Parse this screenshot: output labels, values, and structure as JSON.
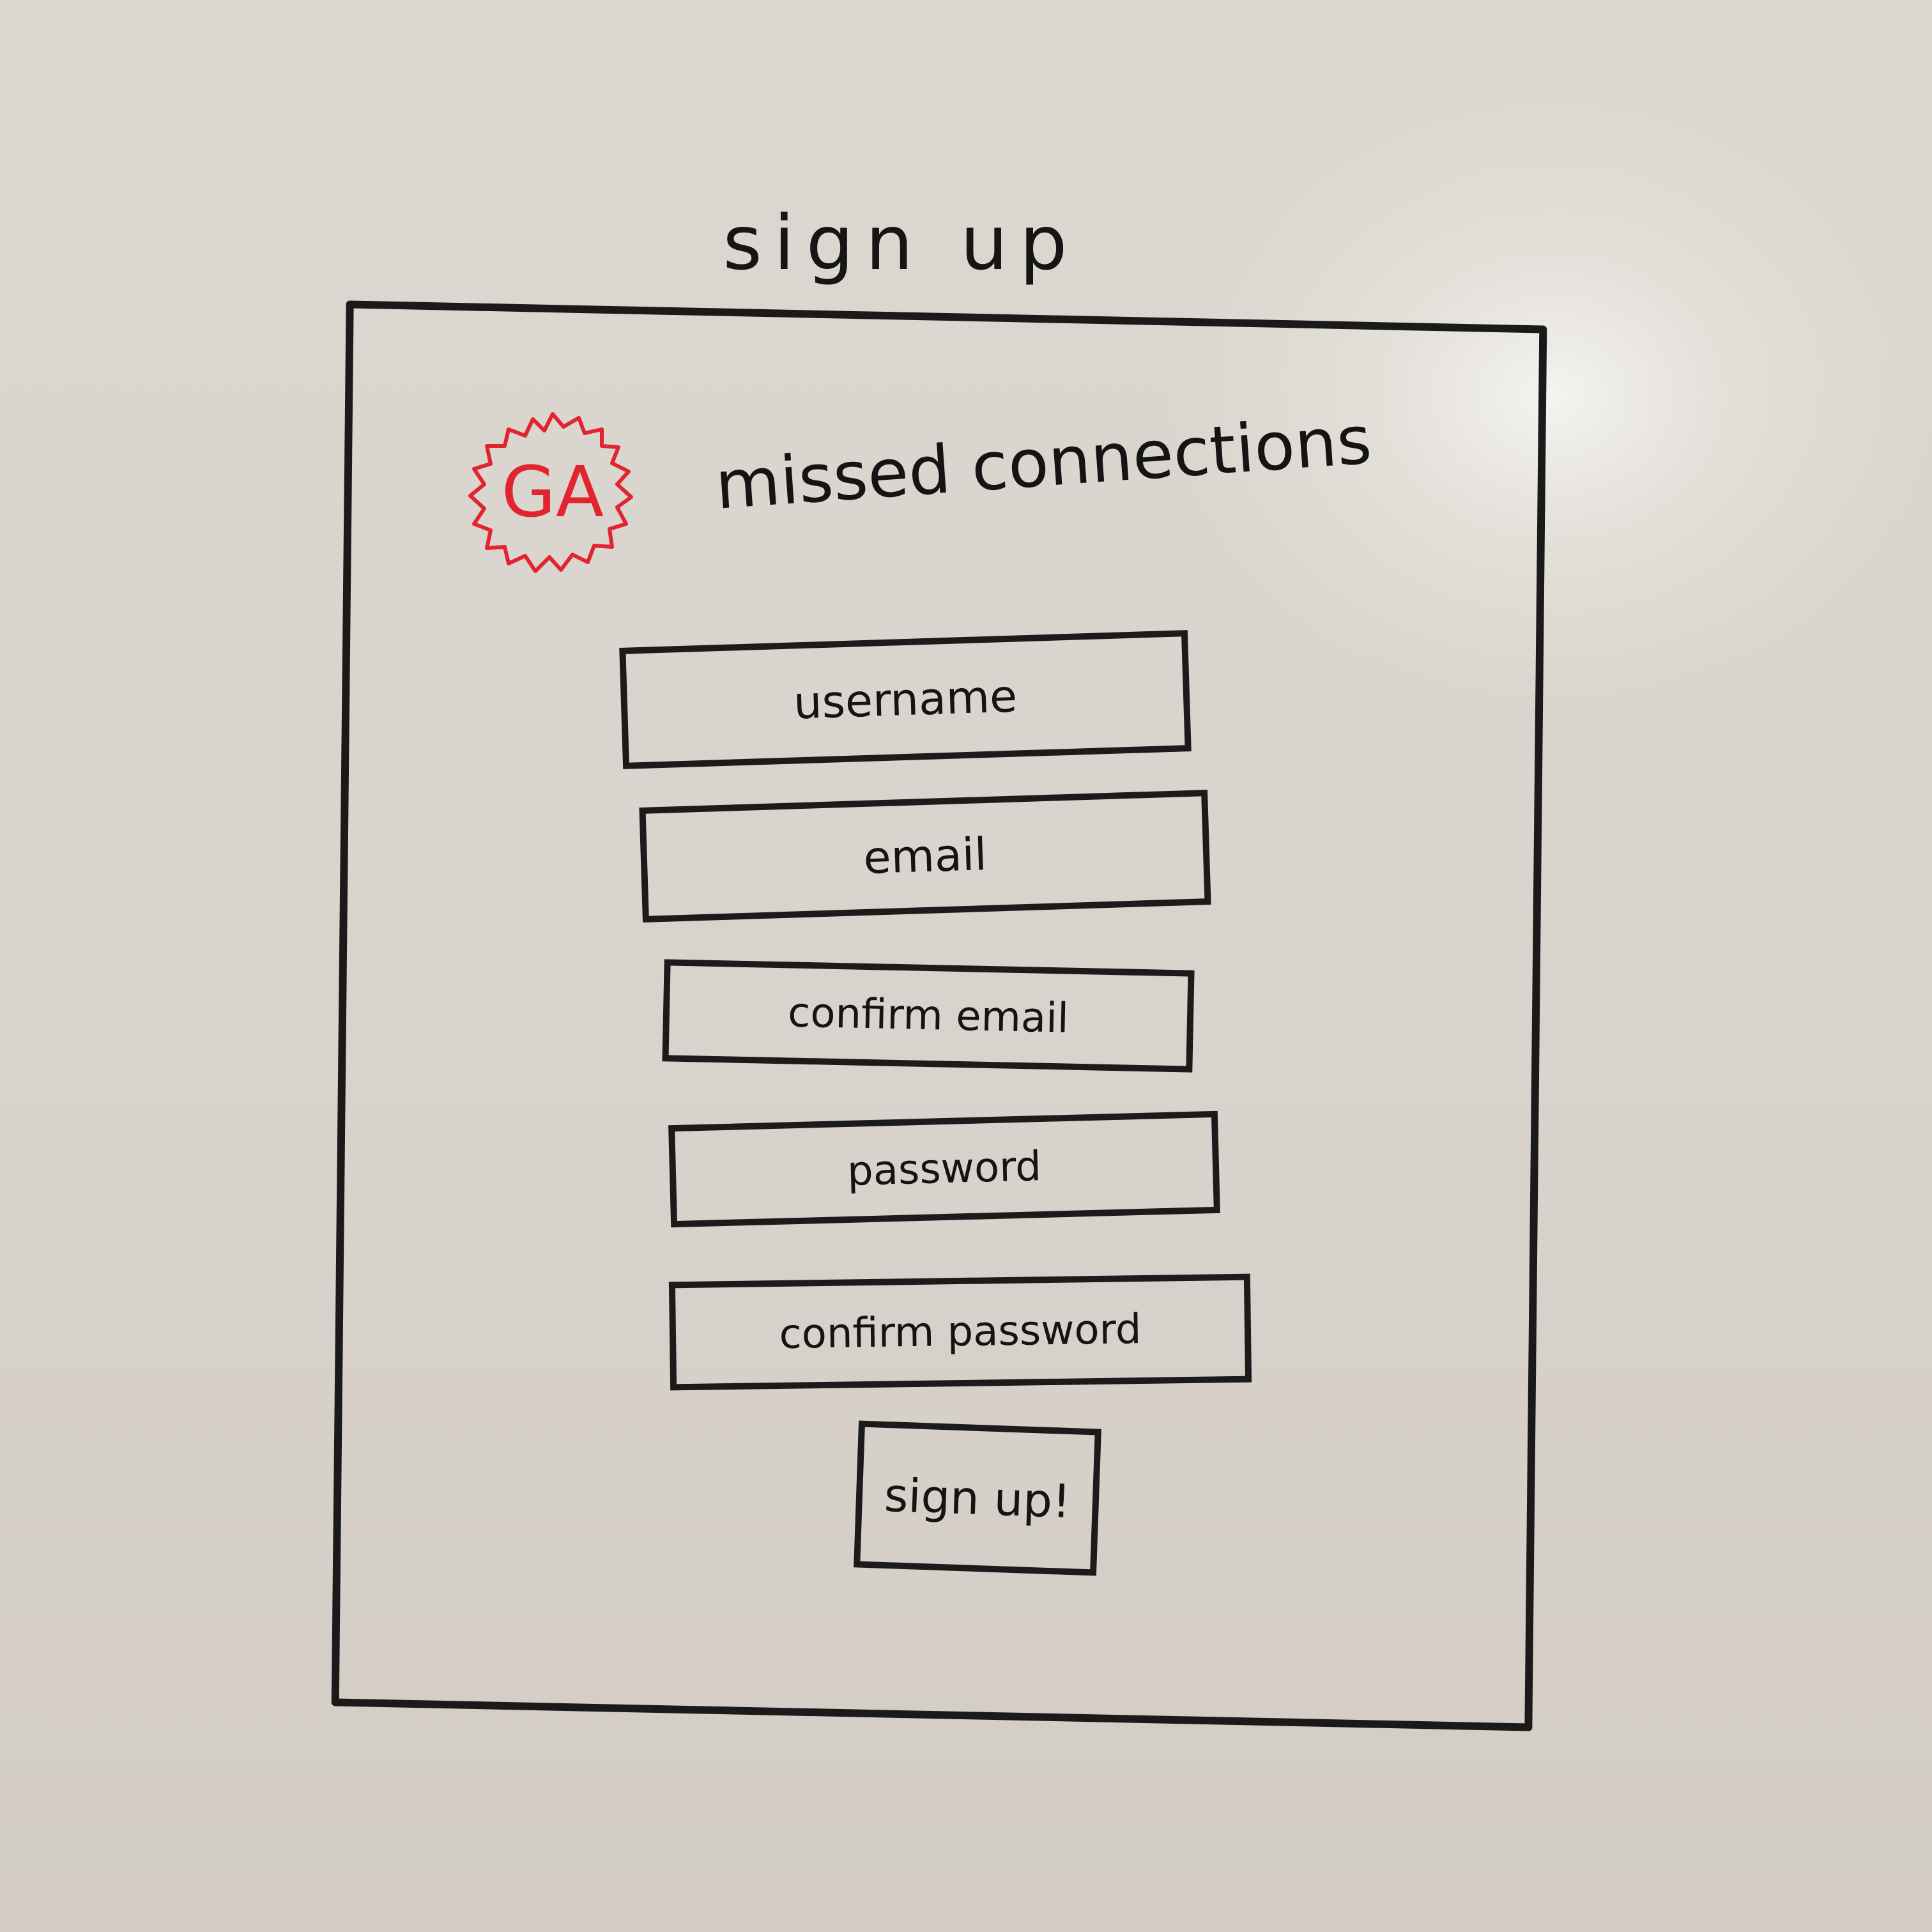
{
  "page": {
    "heading": "sign up"
  },
  "header": {
    "logo_text": "GA",
    "app_title": "missed connections"
  },
  "form": {
    "fields": [
      {
        "placeholder": "username"
      },
      {
        "placeholder": "email"
      },
      {
        "placeholder": "confirm email"
      },
      {
        "placeholder": "password"
      },
      {
        "placeholder": "confirm password"
      }
    ],
    "submit_label": "sign up!"
  },
  "colors": {
    "logo": "#e22430",
    "ink": "#1b1b1b",
    "whiteboard": "#dcd7d0"
  }
}
